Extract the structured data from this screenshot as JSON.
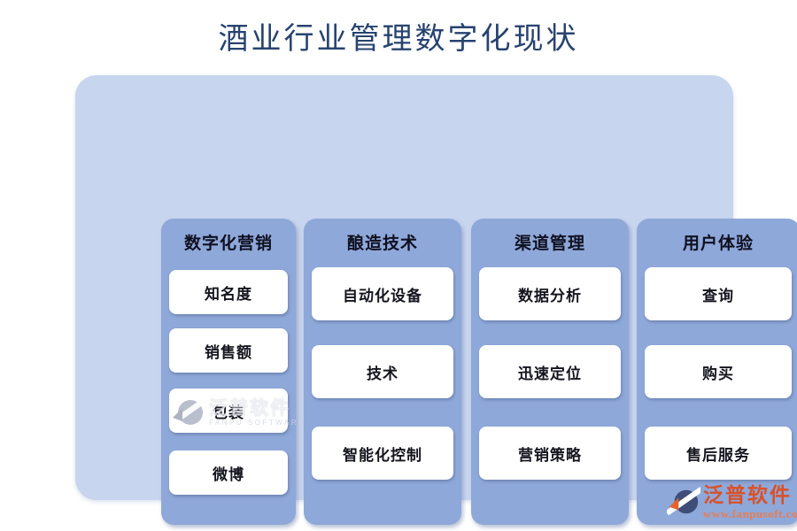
{
  "title": "酒业行业管理数字化现状",
  "columns": [
    {
      "header": "数字化营销",
      "items": [
        "知名度",
        "销售额",
        "包装",
        "微博"
      ]
    },
    {
      "header": "酿造技术",
      "items": [
        "自动化设备",
        "技术",
        "智能化控制"
      ]
    },
    {
      "header": "渠道管理",
      "items": [
        "数据分析",
        "迅速定位",
        "营销策略"
      ]
    },
    {
      "header": "用户体验",
      "items": [
        "查询",
        "购买",
        "售后服务"
      ]
    }
  ],
  "watermark": {
    "brand": "泛普软件",
    "subbrand": "FANPU SOFTWARE"
  },
  "footer_logo": {
    "brand": "泛普软件",
    "url": "www.fanpusoft.com"
  },
  "colors": {
    "title_text": "#27436f",
    "panel_bg": "#c8d5ee",
    "column_bg": "#8ea8d9",
    "card_bg": "#ffffff",
    "card_text": "#15151f",
    "brand_orange": "#d8512b",
    "url_orange": "#e87d50",
    "logo_navy": "#3e4e78"
  }
}
